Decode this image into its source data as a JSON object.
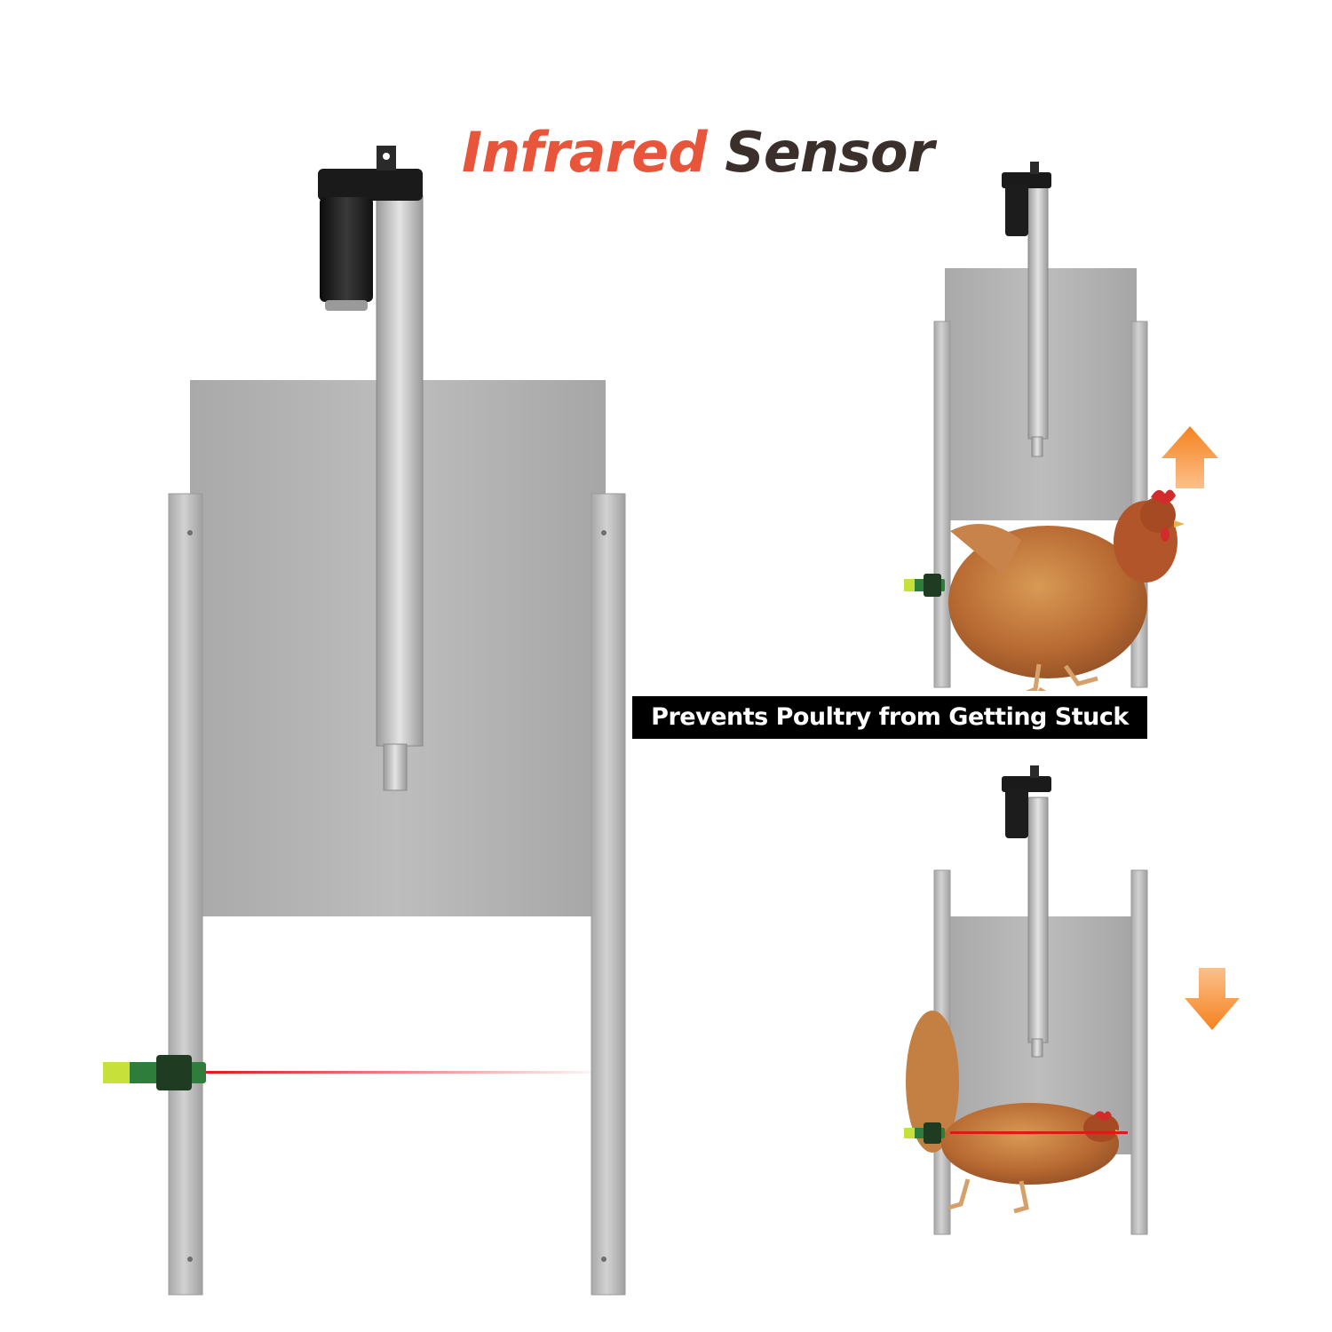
{
  "title": {
    "highlight": "Infrared",
    "rest": "Sensor",
    "highlight_color": "#e8553a",
    "rest_color": "#3a2f2b"
  },
  "banner": {
    "text": "Prevents Poultry from Getting Stuck",
    "background": "#000000",
    "color": "#ffffff"
  },
  "scenes": {
    "main": {
      "door_state": "open"
    },
    "top_right": {
      "door_state": "opening",
      "arrow": "up-arrow-icon",
      "arrow_color": "#f5821f"
    },
    "bottom_right": {
      "door_state": "blocked",
      "arrow": "down-arrow-icon",
      "arrow_color": "#f5821f"
    }
  },
  "colors": {
    "aluminum": "#b4b4b4",
    "rail": "#c2c2c2",
    "motor": "#1e1e1e",
    "laser": "#e01818",
    "sensor_green": "#2f7d3a",
    "sensor_yellow": "#c8e03a"
  }
}
